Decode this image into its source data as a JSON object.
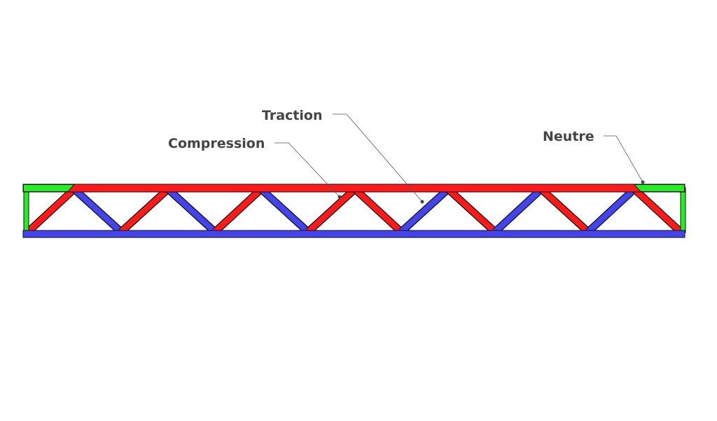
{
  "labels": {
    "traction": "Traction",
    "compression": "Compression",
    "neutral": "Neutre"
  },
  "colors": {
    "traction": "#4444ee",
    "compression": "#ff1a1a",
    "neutral": "#22ee22"
  },
  "members": {
    "top_chord": [
      "neutral",
      "compression",
      "neutral"
    ],
    "bottom_chord": "traction",
    "verticals": [
      "neutral",
      "neutral"
    ],
    "diagonals": [
      "compression",
      "traction",
      "compression",
      "traction",
      "compression",
      "traction",
      "compression",
      "compression",
      "traction",
      "compression",
      "traction",
      "compression",
      "traction",
      "compression"
    ]
  }
}
